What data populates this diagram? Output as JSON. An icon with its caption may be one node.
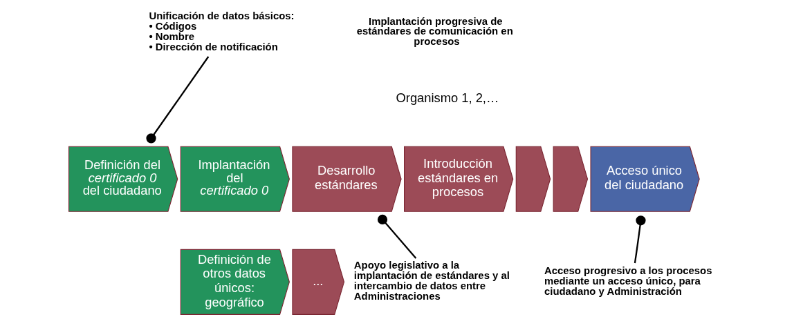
{
  "diagram": {
    "nodes": [
      {
        "text": [
          "Definición del *certificado 0* del ciudadano"
        ]
      },
      {
        "text": [
          "Implantación del *certificado 0*"
        ]
      },
      {
        "text": [
          "Desarrollo estándares"
        ]
      },
      {
        "text": [
          "Introducción estándares en procesos"
        ]
      },
      {
        "text": [],
        "shape": "chevron"
      },
      {
        "text": [],
        "shape": "chevron"
      },
      {
        "text": [
          "Acceso único del ciudadano"
        ]
      },
      {
        "text": [
          "Definición de otros datos únicos: geográfico"
        ]
      },
      {
        "text": [
          "..."
        ]
      },
      {
        "text": [
          "Unificación de datos básicos:",
          "• Códigos",
          "• Nombre",
          "• Dirección de notificación"
        ]
      },
      {
        "text": [
          "Apoyo legislativo a la implantación de estándares y al intercambio de datos entre Administraciones"
        ]
      },
      {
        "text": [
          "Acceso progresivo a los procesos mediante un acceso único, para ciudadano y Administración"
        ]
      }
    ],
    "edges": [
      {
        "from": 9,
        "to": 0,
        "arrow": "other"
      },
      {
        "from": 10,
        "to": 2,
        "arrow": "other"
      },
      {
        "from": 11,
        "to": 6,
        "arrow": "other"
      }
    ],
    "labels": [
      "Implantación progresiva de estándares de comunicación en procesos",
      "Organismo 1, 2,…"
    ]
  }
}
